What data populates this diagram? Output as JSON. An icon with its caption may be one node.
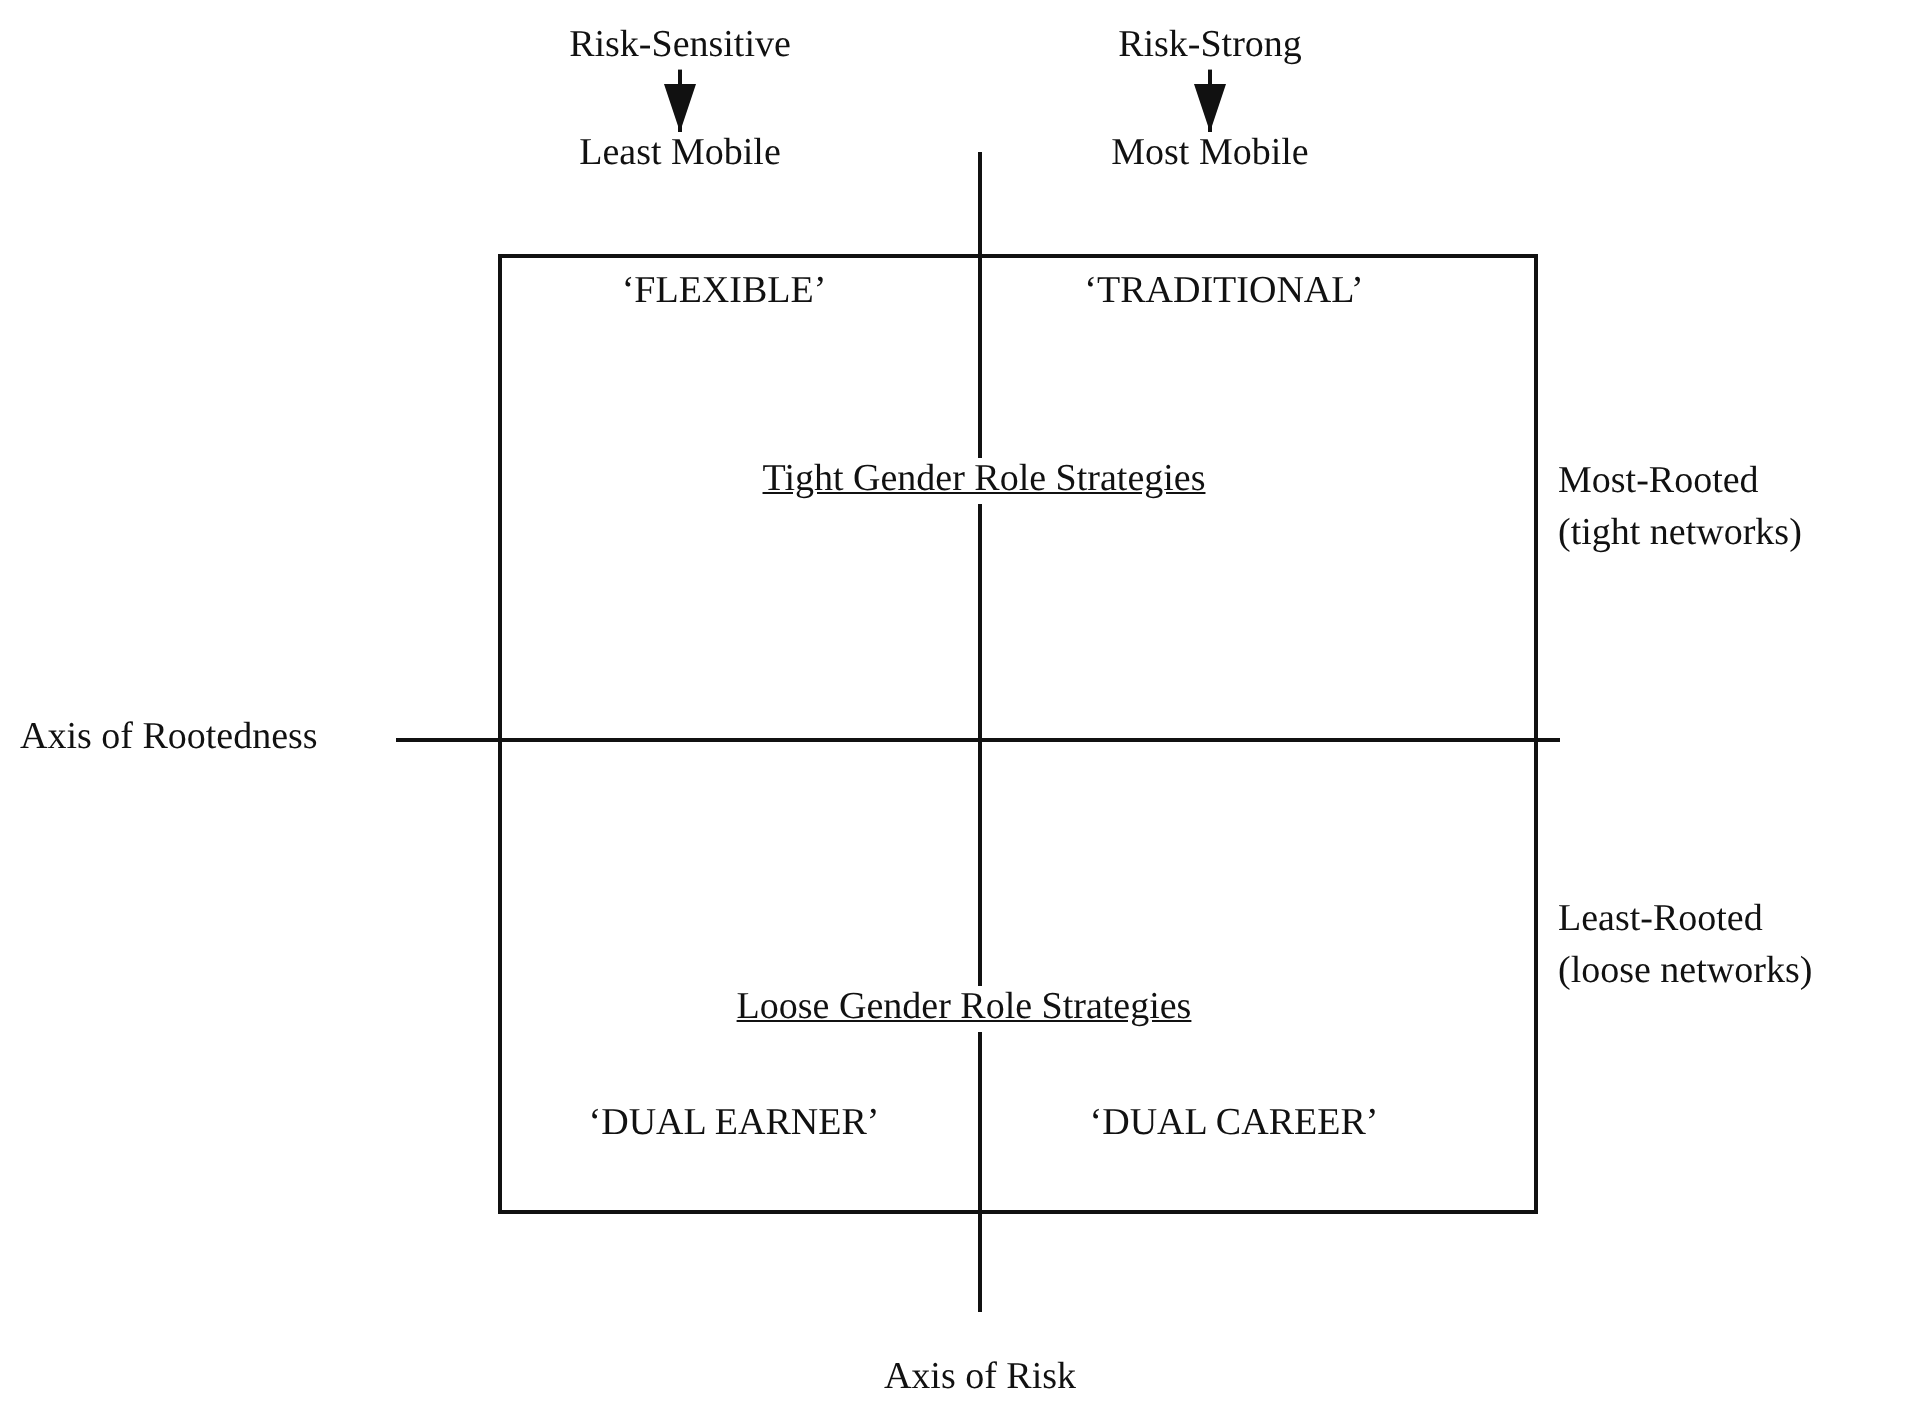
{
  "diagram": {
    "nodes": [
      {
        "text": [
          "Risk-Sensitive"
        ]
      },
      {
        "text": [
          "Least Mobile"
        ]
      },
      {
        "text": [
          "Risk-Strong"
        ]
      },
      {
        "text": [
          "Most Mobile"
        ]
      },
      {
        "text": [
          "‘FLEXIBLE’",
          "‘TRADITIONAL’",
          "Tight Gender Role Strategies",
          "Loose Gender Role Strategies",
          "‘DUAL EARNER’",
          "‘DUAL CAREER’"
        ]
      }
    ],
    "edges": [
      {
        "from": 0,
        "to": 1,
        "arrow": "to"
      },
      {
        "from": 2,
        "to": 3,
        "arrow": "to"
      }
    ],
    "labels": [
      "Most-Rooted (tight networks)",
      "Axis of Rootedness",
      "Least-Rooted (loose networks)",
      "Axis of Risk"
    ]
  }
}
